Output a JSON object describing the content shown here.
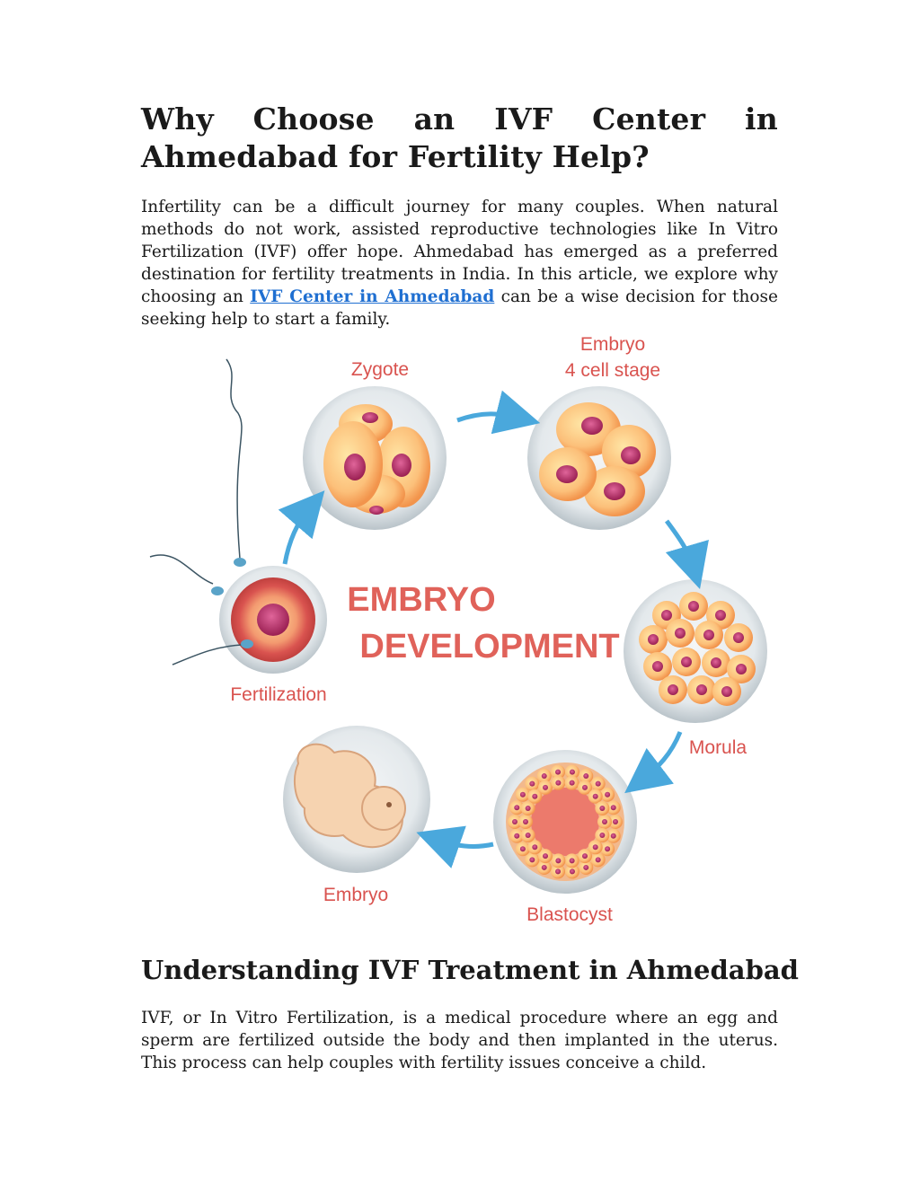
{
  "article": {
    "title": "Why Choose an IVF Center in Ahmedabad for Fertility Help?",
    "intro_before_link": "Infertility can be a difficult journey for many couples. When natural methods do not work, assisted reproductive technologies like In Vitro Fertilization (IVF) offer hope. Ahmedabad has emerged as a preferred destination for fertility treatments in India. In this article, we explore why choosing an ",
    "intro_link": "IVF Center in Ahmedabad",
    "intro_after_link": " can be a wise decision for those seeking help to start a family.",
    "section_heading": "Understanding IVF Treatment in Ahmedabad",
    "section_text": "IVF, or In Vitro Fertilization, is a medical procedure where an egg and sperm are fertilized outside the body and then implanted in the uterus. This process can help couples with fertility issues conceive a child."
  },
  "figure": {
    "title_line1": "EMBRYO",
    "title_line2": "DEVELOPMENT",
    "stage_zygote": "Zygote",
    "stage_embryo4_line1": "Embryo",
    "stage_embryo4_line2": "4 cell stage",
    "stage_fertilization": "Fertilization",
    "stage_morula": "Morula",
    "stage_blastocyst": "Blastocyst",
    "stage_embryo": "Embryo"
  },
  "colors": {
    "label": "#d9534f",
    "title": "#e0625a",
    "arrow": "#4aa8dc",
    "link": "#1f6fd1"
  }
}
